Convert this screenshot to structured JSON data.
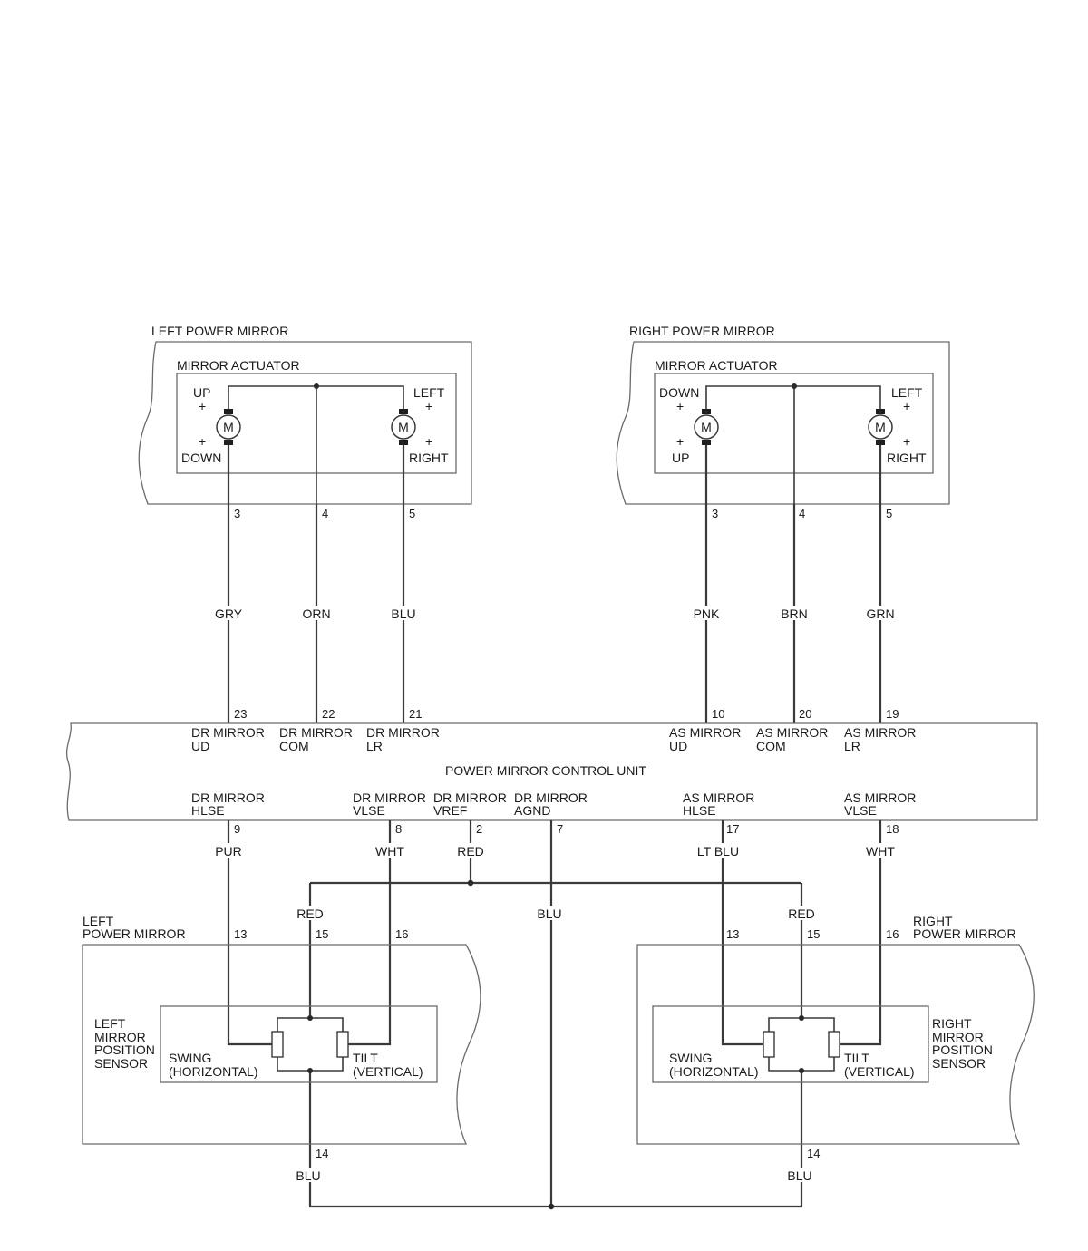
{
  "left_mirror": {
    "title": "LEFT POWER MIRROR",
    "actuator_label": "MIRROR ACTUATOR",
    "motor_symbol": "M",
    "plus": "+",
    "ud_top": "UP",
    "ud_bottom": "DOWN",
    "lr_top": "LEFT",
    "lr_bottom": "RIGHT",
    "pins": [
      "3",
      "4",
      "5"
    ],
    "wires": [
      "GRY",
      "ORN",
      "BLU"
    ]
  },
  "right_mirror": {
    "title": "RIGHT POWER MIRROR",
    "actuator_label": "MIRROR ACTUATOR",
    "motor_symbol": "M",
    "plus": "+",
    "ud_top": "DOWN",
    "ud_bottom": "UP",
    "lr_top": "LEFT",
    "lr_bottom": "RIGHT",
    "pins": [
      "3",
      "4",
      "5"
    ],
    "wires": [
      "PNK",
      "BRN",
      "GRN"
    ]
  },
  "control_unit": {
    "title": "POWER MIRROR CONTROL UNIT",
    "top_terminals": [
      {
        "pin": "23",
        "line1": "DR MIRROR",
        "line2": "UD"
      },
      {
        "pin": "22",
        "line1": "DR MIRROR",
        "line2": "COM"
      },
      {
        "pin": "21",
        "line1": "DR MIRROR",
        "line2": "LR"
      },
      {
        "pin": "10",
        "line1": "AS MIRROR",
        "line2": "UD"
      },
      {
        "pin": "20",
        "line1": "AS MIRROR",
        "line2": "COM"
      },
      {
        "pin": "19",
        "line1": "AS MIRROR",
        "line2": "LR"
      }
    ],
    "bottom_terminals": [
      {
        "pin": "9",
        "line1": "DR MIRROR",
        "line2": "HLSE",
        "wire": "PUR"
      },
      {
        "pin": "8",
        "line1": "DR MIRROR",
        "line2": "VLSE",
        "wire": "WHT"
      },
      {
        "pin": "2",
        "line1": "DR MIRROR",
        "line2": "VREF",
        "wire": "RED"
      },
      {
        "pin": "7",
        "line1": "DR MIRROR",
        "line2": "AGND",
        "wire": ""
      },
      {
        "pin": "17",
        "line1": "AS MIRROR",
        "line2": "HLSE",
        "wire": "LT BLU"
      },
      {
        "pin": "18",
        "line1": "AS MIRROR",
        "line2": "VLSE",
        "wire": "WHT"
      }
    ]
  },
  "ground_wire_label": "BLU",
  "left_sensor_side": {
    "title_line1": "LEFT",
    "title_line2": "POWER MIRROR",
    "sensor_label": [
      "LEFT",
      "MIRROR",
      "POSITION",
      "SENSOR"
    ],
    "swing_label": [
      "SWING",
      "(HORIZONTAL)"
    ],
    "tilt_label": [
      "TILT",
      "(VERTICAL)"
    ],
    "pins": {
      "swing": "13",
      "vref": "15",
      "tilt": "16",
      "gnd": "14"
    },
    "vref_wire": "RED",
    "gnd_wire": "BLU"
  },
  "right_sensor_side": {
    "title_line1": "RIGHT",
    "title_line2": "POWER MIRROR",
    "sensor_label": [
      "RIGHT",
      "MIRROR",
      "POSITION",
      "SENSOR"
    ],
    "swing_label": [
      "SWING",
      "(HORIZONTAL)"
    ],
    "tilt_label": [
      "TILT",
      "(VERTICAL)"
    ],
    "pins": {
      "swing": "13",
      "vref": "15",
      "tilt": "16",
      "gnd": "14"
    },
    "vref_wire": "RED",
    "gnd_wire": "BLU"
  }
}
